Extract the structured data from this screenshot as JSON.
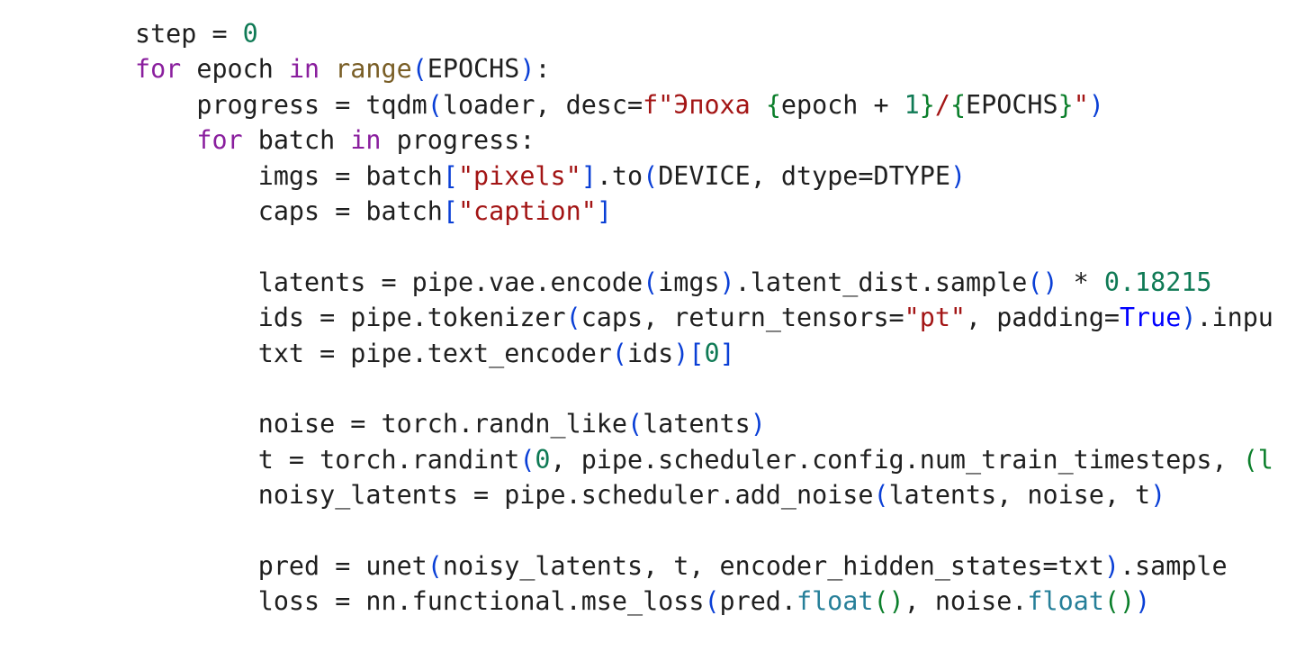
{
  "colors": {
    "background": "#ffffff",
    "plain": "#1f1f1f",
    "keyword": "#8a1f9e",
    "builtin": "#795e26",
    "number": "#0f7a55",
    "string": "#a31515",
    "bracket": "#0a3fd6",
    "method": "#267f99",
    "boolean": "#0000ff",
    "fstring_brace": "#0a7e2a"
  },
  "code": {
    "lines": [
      {
        "indent": "",
        "tokens": [
          {
            "t": "plain",
            "v": "step = "
          },
          {
            "t": "num",
            "v": "0"
          }
        ]
      },
      {
        "indent": "",
        "tokens": [
          {
            "t": "kw",
            "v": "for"
          },
          {
            "t": "plain",
            "v": " epoch "
          },
          {
            "t": "kw",
            "v": "in"
          },
          {
            "t": "plain",
            "v": " "
          },
          {
            "t": "bi",
            "v": "range"
          },
          {
            "t": "brk",
            "v": "("
          },
          {
            "t": "plain",
            "v": "EPOCHS"
          },
          {
            "t": "brk",
            "v": ")"
          },
          {
            "t": "plain",
            "v": ":"
          }
        ]
      },
      {
        "indent": "    ",
        "tokens": [
          {
            "t": "plain",
            "v": "progress = tqdm"
          },
          {
            "t": "brk",
            "v": "("
          },
          {
            "t": "plain",
            "v": "loader, desc="
          },
          {
            "t": "str",
            "v": "f\"Эпоха "
          },
          {
            "t": "fmt",
            "v": "{"
          },
          {
            "t": "plain",
            "v": "epoch + "
          },
          {
            "t": "num",
            "v": "1"
          },
          {
            "t": "fmt",
            "v": "}"
          },
          {
            "t": "str",
            "v": "/"
          },
          {
            "t": "fmt",
            "v": "{"
          },
          {
            "t": "plain",
            "v": "EPOCHS"
          },
          {
            "t": "fmt",
            "v": "}"
          },
          {
            "t": "str",
            "v": "\""
          },
          {
            "t": "brk",
            "v": ")"
          }
        ]
      },
      {
        "indent": "    ",
        "tokens": [
          {
            "t": "kw",
            "v": "for"
          },
          {
            "t": "plain",
            "v": " batch "
          },
          {
            "t": "kw",
            "v": "in"
          },
          {
            "t": "plain",
            "v": " progress:"
          }
        ]
      },
      {
        "indent": "        ",
        "tokens": [
          {
            "t": "plain",
            "v": "imgs = batch"
          },
          {
            "t": "brk",
            "v": "["
          },
          {
            "t": "str",
            "v": "\"pixels\""
          },
          {
            "t": "brk",
            "v": "]"
          },
          {
            "t": "plain",
            "v": ".to"
          },
          {
            "t": "brk",
            "v": "("
          },
          {
            "t": "plain",
            "v": "DEVICE, dtype=DTYPE"
          },
          {
            "t": "brk",
            "v": ")"
          }
        ]
      },
      {
        "indent": "        ",
        "tokens": [
          {
            "t": "plain",
            "v": "caps = batch"
          },
          {
            "t": "brk",
            "v": "["
          },
          {
            "t": "str",
            "v": "\"caption\""
          },
          {
            "t": "brk",
            "v": "]"
          }
        ]
      },
      {
        "indent": "",
        "tokens": []
      },
      {
        "indent": "        ",
        "tokens": [
          {
            "t": "plain",
            "v": "latents = pipe.vae.encode"
          },
          {
            "t": "brk",
            "v": "("
          },
          {
            "t": "plain",
            "v": "imgs"
          },
          {
            "t": "brk",
            "v": ")"
          },
          {
            "t": "plain",
            "v": ".latent_dist.sample"
          },
          {
            "t": "brk",
            "v": "()"
          },
          {
            "t": "plain",
            "v": " * "
          },
          {
            "t": "num",
            "v": "0.18215"
          }
        ]
      },
      {
        "indent": "        ",
        "tokens": [
          {
            "t": "plain",
            "v": "ids = pipe.tokenizer"
          },
          {
            "t": "brk",
            "v": "("
          },
          {
            "t": "plain",
            "v": "caps, return_tensors="
          },
          {
            "t": "str",
            "v": "\"pt\""
          },
          {
            "t": "plain",
            "v": ", padding="
          },
          {
            "t": "bool",
            "v": "True"
          },
          {
            "t": "brk",
            "v": ")"
          },
          {
            "t": "plain",
            "v": ".inpu"
          }
        ]
      },
      {
        "indent": "        ",
        "tokens": [
          {
            "t": "plain",
            "v": "txt = pipe.text_encoder"
          },
          {
            "t": "brk",
            "v": "("
          },
          {
            "t": "plain",
            "v": "ids"
          },
          {
            "t": "brk",
            "v": ")["
          },
          {
            "t": "num",
            "v": "0"
          },
          {
            "t": "brk",
            "v": "]"
          }
        ]
      },
      {
        "indent": "",
        "tokens": []
      },
      {
        "indent": "        ",
        "tokens": [
          {
            "t": "plain",
            "v": "noise = torch.randn_like"
          },
          {
            "t": "brk",
            "v": "("
          },
          {
            "t": "plain",
            "v": "latents"
          },
          {
            "t": "brk",
            "v": ")"
          }
        ]
      },
      {
        "indent": "        ",
        "tokens": [
          {
            "t": "plain",
            "v": "t = torch.randint"
          },
          {
            "t": "brk",
            "v": "("
          },
          {
            "t": "num",
            "v": "0"
          },
          {
            "t": "plain",
            "v": ", pipe.scheduler.config.num_train_timesteps, "
          },
          {
            "t": "fmt",
            "v": "(l"
          }
        ]
      },
      {
        "indent": "        ",
        "tokens": [
          {
            "t": "plain",
            "v": "noisy_latents = pipe.scheduler.add_noise"
          },
          {
            "t": "brk",
            "v": "("
          },
          {
            "t": "plain",
            "v": "latents, noise, t"
          },
          {
            "t": "brk",
            "v": ")"
          }
        ]
      },
      {
        "indent": "",
        "tokens": []
      },
      {
        "indent": "        ",
        "tokens": [
          {
            "t": "plain",
            "v": "pred = unet"
          },
          {
            "t": "brk",
            "v": "("
          },
          {
            "t": "plain",
            "v": "noisy_latents, t, encoder_hidden_states=txt"
          },
          {
            "t": "brk",
            "v": ")"
          },
          {
            "t": "plain",
            "v": ".sample"
          }
        ]
      },
      {
        "indent": "        ",
        "tokens": [
          {
            "t": "plain",
            "v": "loss = nn.functional.mse_loss"
          },
          {
            "t": "brk",
            "v": "("
          },
          {
            "t": "plain",
            "v": "pred."
          },
          {
            "t": "fn",
            "v": "float"
          },
          {
            "t": "fmt",
            "v": "()"
          },
          {
            "t": "plain",
            "v": ", noise."
          },
          {
            "t": "fn",
            "v": "float"
          },
          {
            "t": "fmt",
            "v": "()"
          },
          {
            "t": "brk",
            "v": ")"
          }
        ]
      }
    ]
  }
}
